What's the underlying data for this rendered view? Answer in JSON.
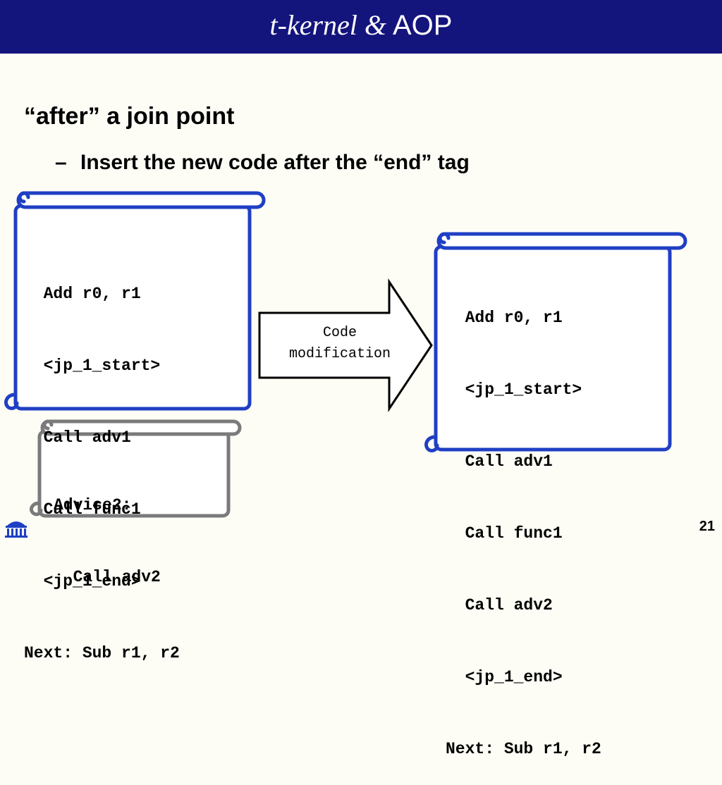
{
  "slide": {
    "title_italic": "t-kernel &",
    "title_plain": "AOP",
    "bullet_main": "“after” a join point",
    "bullet_dash": "–",
    "bullet_sub": "Insert the new code after the “end” tag",
    "page_number": "21"
  },
  "original_code": [
    "Add r0, r1",
    "<jp_1_start>",
    "Call adv1",
    "Call func1",
    "<jp_1_end>",
    "Next: Sub r1, r2"
  ],
  "advice_code": [
    "Advice2:",
    "Call adv2"
  ],
  "arrow": {
    "label_line1": "Code",
    "label_line2": "modification"
  },
  "modified_code": [
    "Add r0, r1",
    "<jp_1_start>",
    "Call adv1",
    "Call func1",
    "Call adv2",
    "<jp_1_end>",
    "Next: Sub r1, r2"
  ],
  "colors": {
    "title_bar": "#14147d",
    "scroll_blue": "#1f3fc4",
    "scroll_gray": "#7a7a7a",
    "background": "#fdfdf6"
  }
}
